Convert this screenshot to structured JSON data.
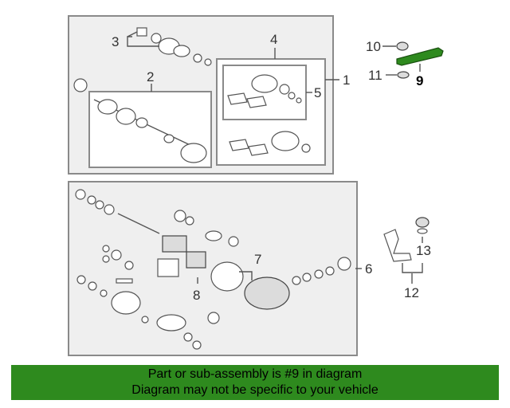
{
  "callouts": {
    "c1": "1",
    "c2": "2",
    "c3": "3",
    "c4": "4",
    "c5": "5",
    "c6": "6",
    "c7": "7",
    "c8": "8",
    "c9": "9",
    "c10": "10",
    "c11": "11",
    "c12": "12",
    "c13": "13"
  },
  "banner": {
    "line1": "Part or sub-assembly is #9 in diagram",
    "line2": "Diagram may not be specific to your vehicle"
  },
  "colors": {
    "banner_bg": "#2e8a1e",
    "highlight_part": "#2e8a1e"
  }
}
